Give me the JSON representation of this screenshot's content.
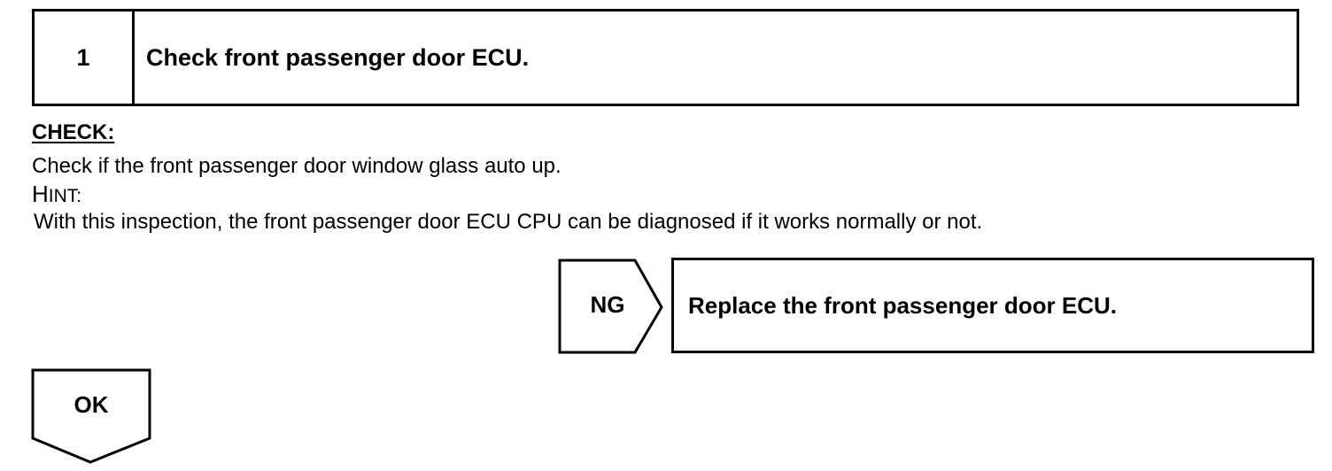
{
  "step": {
    "number": "1",
    "title": "Check front passenger door ECU."
  },
  "check": {
    "label": "CHECK:",
    "text": "Check if the front passenger door window glass auto up."
  },
  "hint": {
    "label_first": "H",
    "label_rest": "INT:",
    "text": "With this inspection, the front passenger door ECU CPU can be diagnosed if it works normally or not."
  },
  "ng": {
    "label": "NG",
    "action": "Replace the front passenger door ECU."
  },
  "ok": {
    "label": "OK"
  }
}
